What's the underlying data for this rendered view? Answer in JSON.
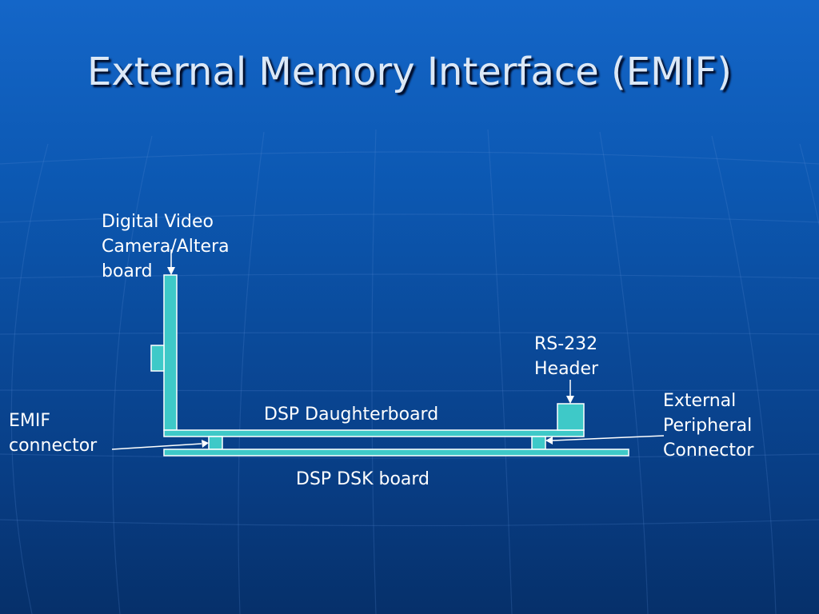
{
  "slide": {
    "title": "External Memory Interface (EMIF)",
    "background_color": "#0c58b2",
    "accent_color": "#3ec9c8"
  },
  "diagram": {
    "labels": {
      "camera": [
        "Digital Video",
        "Camera/Altera",
        "board"
      ],
      "rs232": [
        "RS-232",
        "Header"
      ],
      "daughterboard": "DSP Daughterboard",
      "emif_connector": [
        "EMIF",
        "connector"
      ],
      "external_peripheral": [
        "External",
        "Peripheral",
        "Connector"
      ],
      "dsk_board": "DSP DSK board"
    }
  }
}
